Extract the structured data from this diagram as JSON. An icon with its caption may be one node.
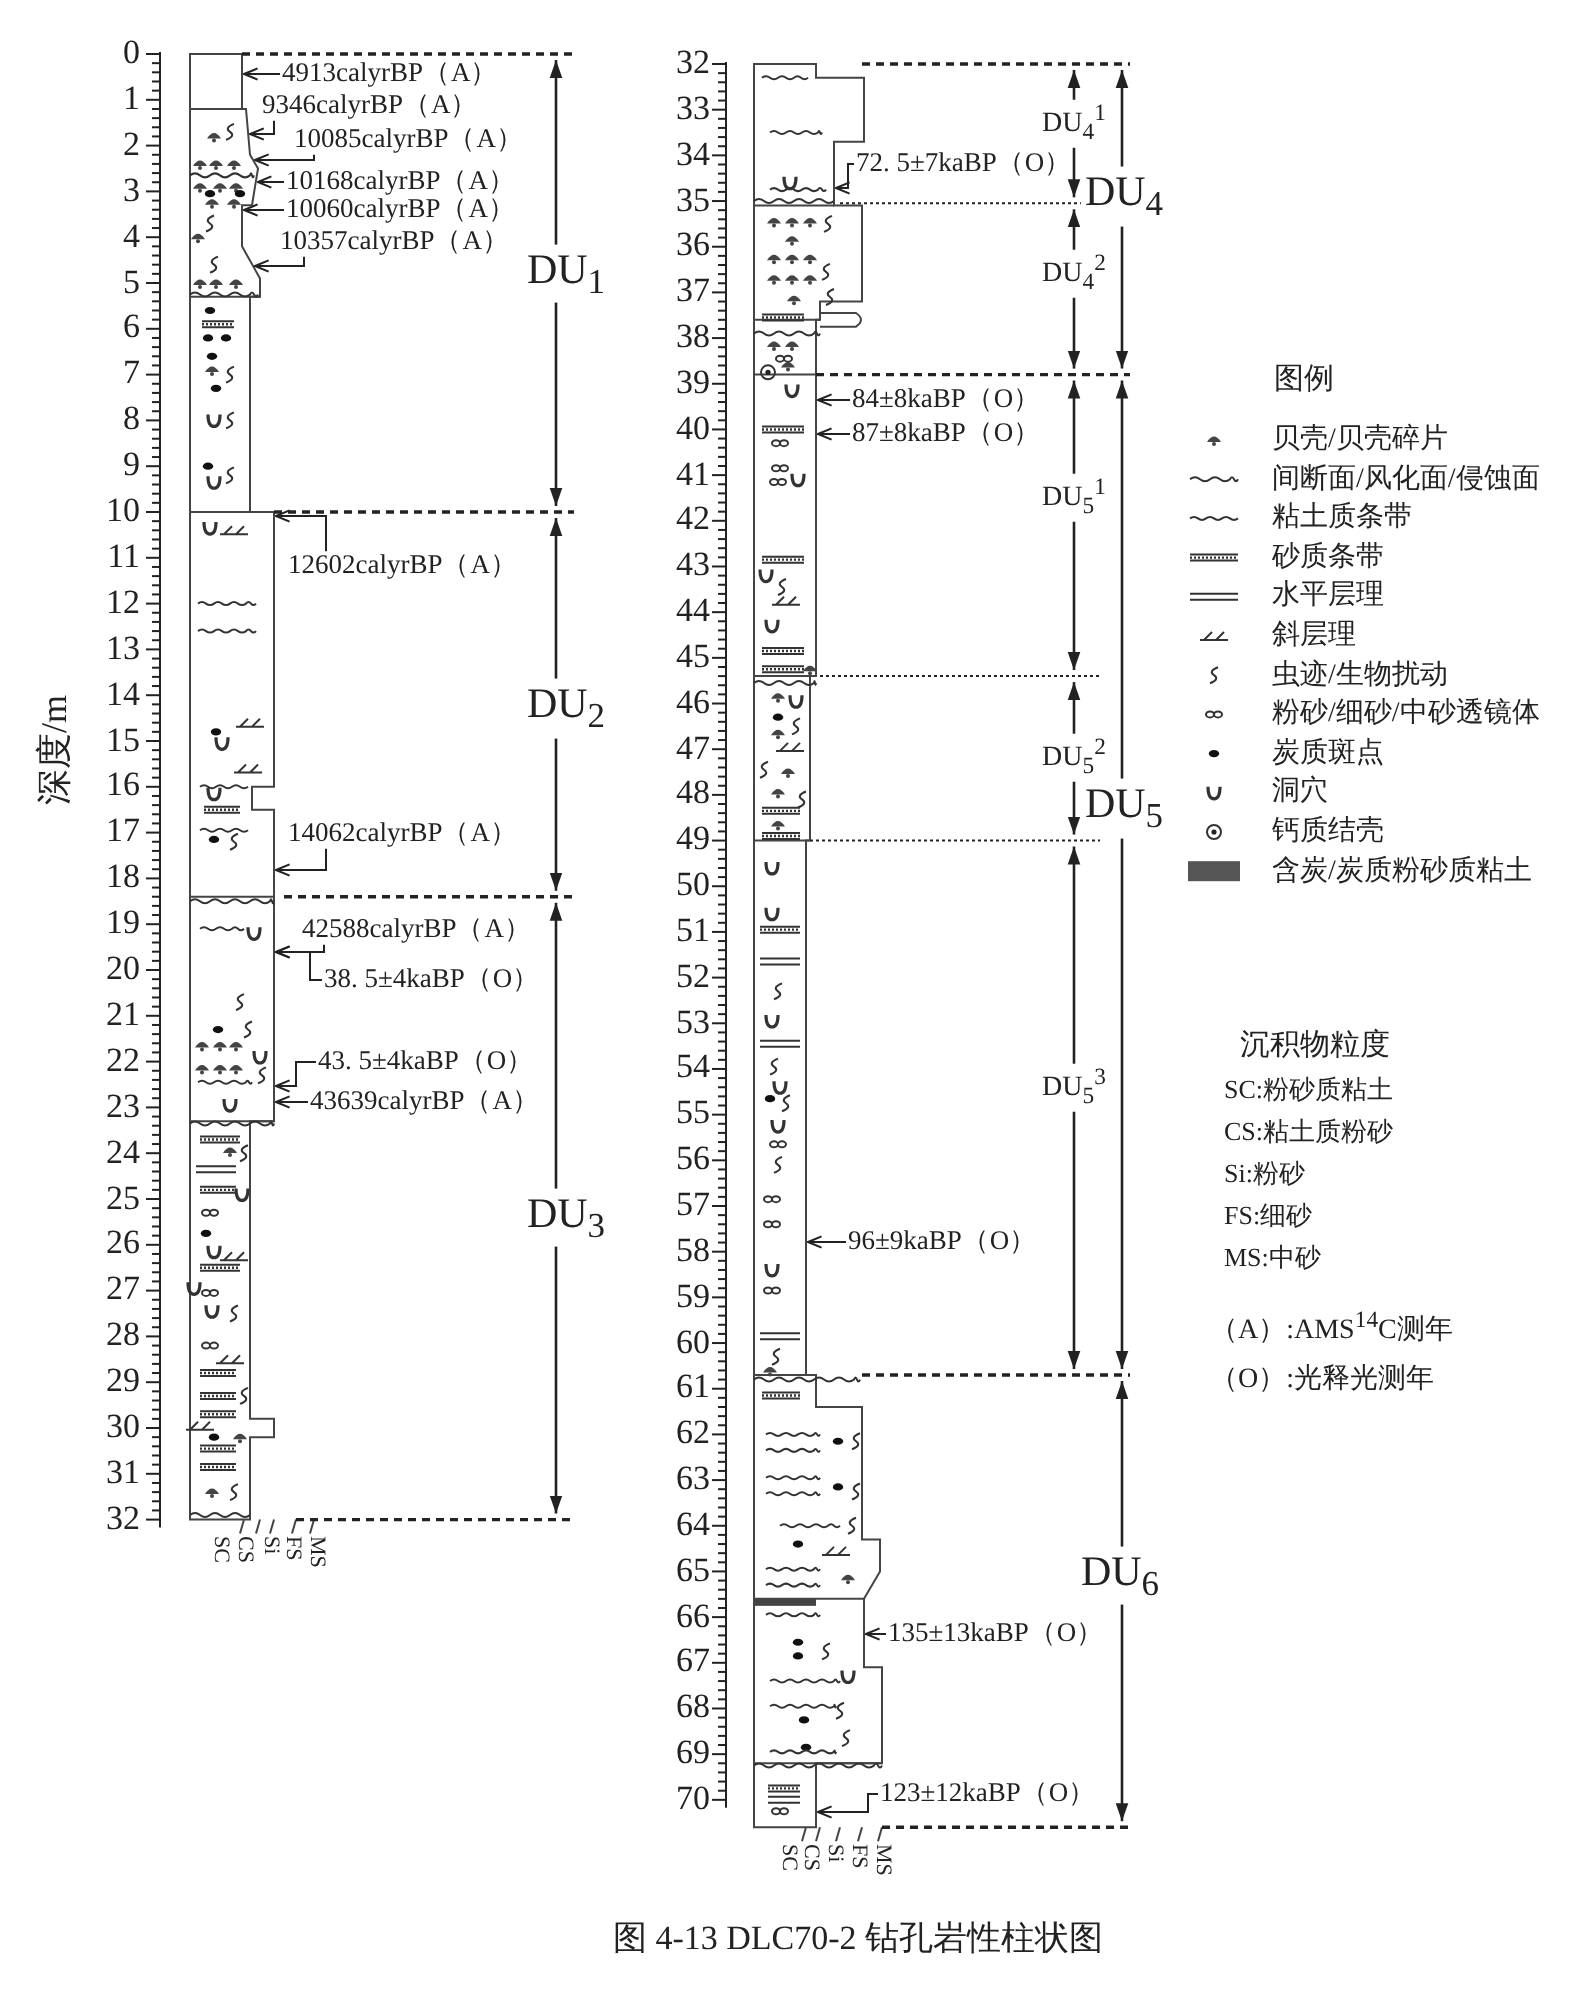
{
  "diagram": {
    "caption": "图 4-13 DLC70-2 钻孔岩性柱状图",
    "nodes": [
      {
        "text": [
          "4913calyrBP（A）"
        ]
      },
      {
        "text": [
          "9346calyrBP（A）"
        ]
      },
      {
        "text": [
          "10085calyrBP（A）"
        ]
      },
      {
        "text": [
          "10168calyrBP（A）"
        ]
      },
      {
        "text": [
          "10060calyrBP（A）"
        ]
      },
      {
        "text": [
          "10357calyrBP（A）"
        ]
      },
      {
        "text": [
          "12602calyrBP（A）"
        ]
      },
      {
        "text": [
          "14062calyrBP（A）"
        ]
      },
      {
        "text": [
          "42588calyrBP（A）"
        ]
      },
      {
        "text": [
          "38. 5±4kaBP（O）"
        ]
      },
      {
        "text": [
          "43. 5±4kaBP（O）"
        ]
      },
      {
        "text": [
          "43639calyrBP（A）"
        ]
      },
      {
        "text": [
          "72. 5±7kaBP（O）"
        ]
      },
      {
        "text": [
          "84±8kaBP（O）"
        ]
      },
      {
        "text": [
          "87±8kaBP（O）"
        ]
      },
      {
        "text": [
          "96±9kaBP（O）"
        ]
      },
      {
        "text": [
          "135±13kaBP（O）"
        ]
      },
      {
        "text": [
          "123±12kaBP（O）"
        ]
      },
      {
        "text": [],
        "shape": "bar",
        "beside": [
          "SC",
          "CS",
          "Si",
          "FS",
          "MS"
        ]
      },
      {
        "text": [],
        "shape": "bar",
        "beside": [
          "SC",
          "CS",
          "Si",
          "FS",
          "MS"
        ]
      }
    ],
    "edges": [
      {
        "from": 0,
        "to": 18,
        "arrow": "to"
      },
      {
        "from": 1,
        "to": 18,
        "arrow": "to"
      },
      {
        "from": 2,
        "to": 18,
        "arrow": "to"
      },
      {
        "from": 3,
        "to": 18,
        "arrow": "to"
      },
      {
        "from": 4,
        "to": 18,
        "arrow": "to"
      },
      {
        "from": 5,
        "to": 18,
        "arrow": "to"
      },
      {
        "from": 6,
        "to": 18,
        "arrow": "to"
      },
      {
        "from": 7,
        "to": 18,
        "arrow": "to"
      },
      {
        "from": 8,
        "to": 18,
        "arrow": "to"
      },
      {
        "from": 9,
        "to": 18,
        "arrow": "to"
      },
      {
        "from": 10,
        "to": 18,
        "arrow": "to"
      },
      {
        "from": 11,
        "to": 18,
        "arrow": "to"
      },
      {
        "from": 12,
        "to": 19,
        "arrow": "to"
      },
      {
        "from": 13,
        "to": 19,
        "arrow": "to"
      },
      {
        "from": 14,
        "to": 19,
        "arrow": "to"
      },
      {
        "from": 15,
        "to": 19,
        "arrow": "to"
      },
      {
        "from": 16,
        "to": 19,
        "arrow": "to"
      },
      {
        "from": 17,
        "to": 19,
        "arrow": "to"
      }
    ],
    "labels": [
      "深度/m",
      "0",
      "1",
      "2",
      "3",
      "4",
      "5",
      "6",
      "7",
      "8",
      "9",
      "10",
      "11",
      "12",
      "13",
      "14",
      "15",
      "16",
      "17",
      "18",
      "19",
      "20",
      "21",
      "22",
      "23",
      "24",
      "25",
      "26",
      "27",
      "28",
      "29",
      "30",
      "31",
      "32",
      "32",
      "33",
      "34",
      "35",
      "36",
      "37",
      "38",
      "39",
      "40",
      "41",
      "42",
      "43",
      "44",
      "45",
      "46",
      "47",
      "48",
      "49",
      "50",
      "51",
      "52",
      "53",
      "54",
      "55",
      "56",
      "57",
      "58",
      "59",
      "60",
      "61",
      "62",
      "63",
      "64",
      "65",
      "66",
      "67",
      "68",
      "69",
      "70",
      "DU$_{1}$",
      "DU$_{2}$",
      "DU$_{3}$",
      "DU$_{4}$$^{1}$",
      "DU$_{4}$",
      "DU$_{4}$$^{2}$",
      "DU$_{5}$$^{1}$",
      "DU$_{5}$$^{2}$",
      "DU$_{5}$",
      "DU$_{5}$$^{3}$",
      "DU$_{6}$",
      "图例",
      "沉积物粒度",
      "SC:粉砂质粘土",
      "CS:粘土质粉砂",
      "Si:粉砂",
      "FS:细砂",
      "MS:中砂",
      "（A）:AMS$^{14}$C测年",
      "（O）:光释光测年"
    ],
    "legend": [
      {
        "text": "贝壳/贝壳碎片"
      },
      {
        "text": "间断面/风化面/侵蚀面"
      },
      {
        "text": "粘土质条带"
      },
      {
        "text": "砂质条带"
      },
      {
        "text": "水平层理"
      },
      {
        "text": "斜层理"
      },
      {
        "text": "虫迹/生物扰动"
      },
      {
        "text": "粉砂/细砂/中砂透镜体"
      },
      {
        "text": "炭质斑点"
      },
      {
        "text": "洞穴"
      },
      {
        "text": "钙质结壳"
      },
      {
        "text": "含炭/炭质粉砂质粘土",
        "color": "#555555"
      }
    ]
  }
}
